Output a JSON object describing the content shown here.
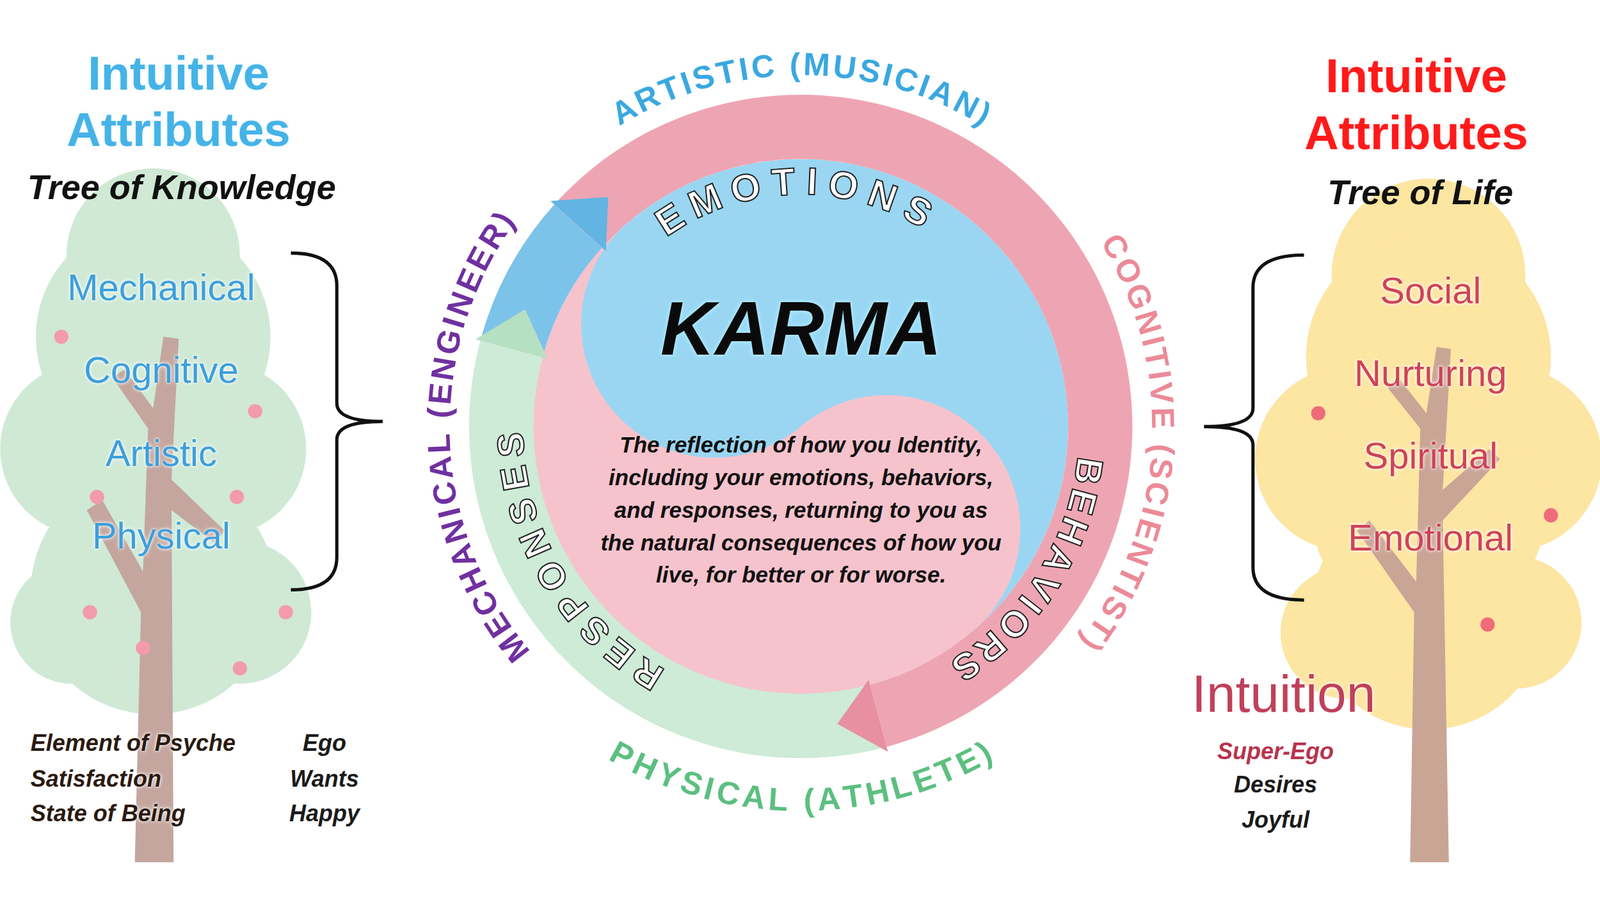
{
  "diagram": {
    "nodes": [
      {
        "text": [
          "Intuitive Attributes",
          "Tree of Knowledge",
          "Mechanical",
          "Cognitive",
          "Artistic",
          "Physical",
          "Element of Psyche",
          "Ego",
          "Satisfaction",
          "Wants",
          "State of Being",
          "Happy"
        ]
      },
      {
        "text": [
          "KARMA",
          "The reflection of how you Identity, including your emotions, behaviors, and responses, returning to you as the natural consequences of how you live, for better or for worse.",
          "EMOTIONS",
          "BEHAVIORS",
          "RESPONSES"
        ]
      },
      {
        "text": [
          "Intuitive Attributes",
          "Tree of Life",
          "Social",
          "Nurturing",
          "Spiritual",
          "Emotional",
          "Intuition",
          "Super-Ego",
          "Desires",
          "Joyful"
        ]
      }
    ],
    "labels": [
      "ARTISTIC (MUSICIAN)",
      "COGNITIVE (SCIENTIST)",
      "PHYSICAL (ATHLETE)",
      "MECHANICAL (ENGINEER)"
    ]
  }
}
